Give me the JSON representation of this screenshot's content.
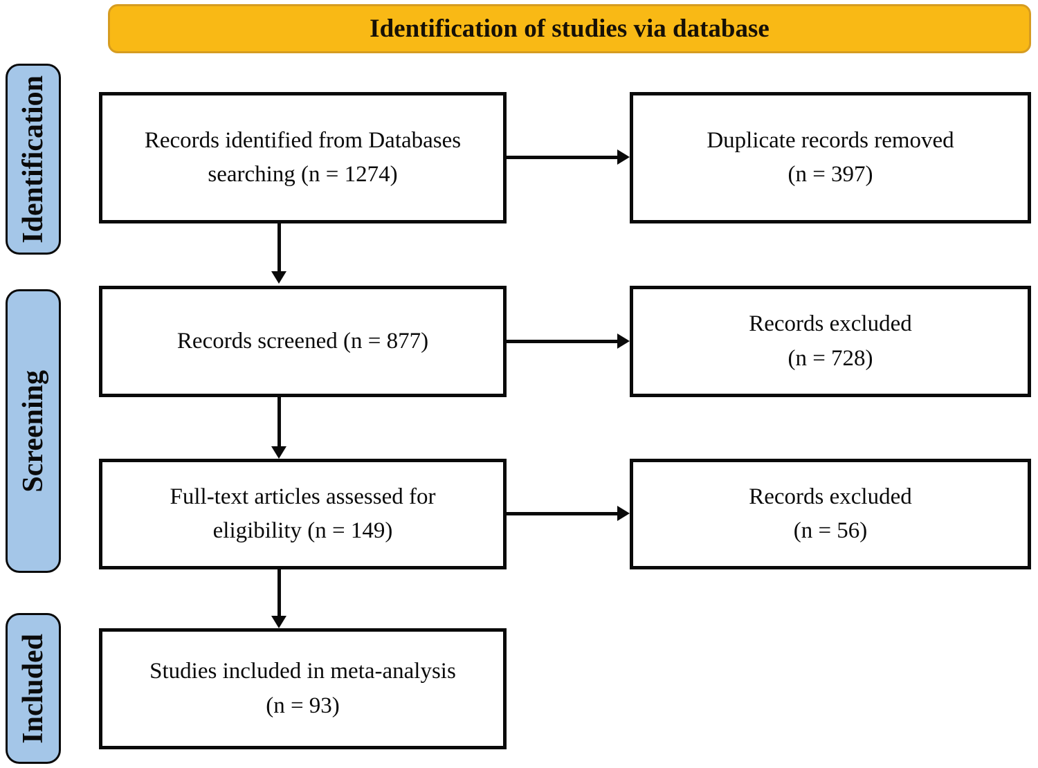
{
  "banner": {
    "title": "Identification of studies via database"
  },
  "colors": {
    "banner_bg": "#F9B915",
    "banner_border": "#D69C20",
    "stage_bg": "#A4C6E8",
    "box_border": "#0A0A0A",
    "arrow": "#0A0A0A"
  },
  "stages": [
    {
      "label": "Identification"
    },
    {
      "label": "Screening"
    },
    {
      "label": "Included"
    }
  ],
  "flow": [
    {
      "main": {
        "lines": [
          "Records identified from Databases",
          "searching (n = 1274)"
        ]
      },
      "side": {
        "lines": [
          "Duplicate records removed",
          "(n = 397)"
        ]
      }
    },
    {
      "main": {
        "lines": [
          "Records screened (n = 877)"
        ]
      },
      "side": {
        "lines": [
          "Records excluded",
          "(n = 728)"
        ]
      }
    },
    {
      "main": {
        "lines": [
          "Full-text articles assessed for",
          "eligibility (n = 149)"
        ]
      },
      "side": {
        "lines": [
          "Records excluded",
          "(n = 56)"
        ]
      }
    },
    {
      "main": {
        "lines": [
          "Studies included in meta-analysis",
          "(n = 93)"
        ]
      }
    }
  ],
  "counts": {
    "records_identified": 1274,
    "duplicates_removed": 397,
    "records_screened": 877,
    "records_excluded_screening": 728,
    "fulltext_assessed": 149,
    "records_excluded_fulltext": 56,
    "studies_included": 93
  }
}
